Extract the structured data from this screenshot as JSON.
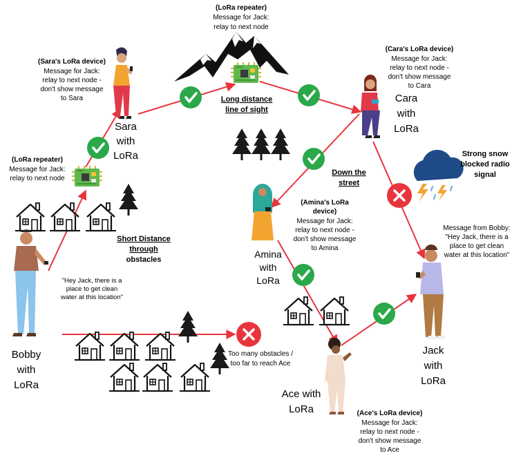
{
  "notes": {
    "repeater_top": {
      "title": "(LoRa repeater)",
      "lines": [
        "Message for Jack:",
        "relay to next node"
      ]
    },
    "sara": {
      "title": "(Sara's LoRa device)",
      "lines": [
        "Message for Jack:",
        "relay to next node -",
        "don't show message",
        "to Sara"
      ]
    },
    "cara": {
      "title": "(Cara's LoRa device)",
      "lines": [
        "Message for Jack:",
        "relay to next node -",
        "don't show message",
        "to Cara"
      ]
    },
    "repeater_left": {
      "title": "(LoRa repeater)",
      "lines": [
        "Message for Jack:",
        "relay to next node"
      ]
    },
    "amina": {
      "title": "(Amina's  LoRa",
      "title2": "device)",
      "lines": [
        "Message for Jack:",
        "relay to next node -",
        "don't show message",
        "to Amina"
      ]
    },
    "ace": {
      "title": "(Ace's LoRa device)",
      "lines": [
        "Message for Jack:",
        "relay to next node -",
        "don't show message",
        "to Ace"
      ]
    },
    "jack": {
      "lines": [
        "Message from Bobby:",
        "\"Hey Jack, there is a",
        "place to get clean",
        "water at this location\""
      ]
    },
    "bobby_quote": {
      "lines": [
        "\"Hey Jack, there is a",
        "place to get clean",
        "water at this location\""
      ]
    },
    "too_many": {
      "lines": [
        "Too many obstacles /",
        "too far to reach Ace"
      ]
    }
  },
  "names": {
    "sara": [
      "Sara",
      "with",
      "LoRa"
    ],
    "cara": [
      "Cara",
      "with",
      "LoRa"
    ],
    "amina": [
      "Amina",
      "with",
      "LoRa"
    ],
    "bobby": [
      "Bobby",
      "with",
      "LoRa"
    ],
    "ace": [
      "Ace with",
      "LoRa"
    ],
    "jack": [
      "Jack",
      "with",
      "LoRa"
    ]
  },
  "labels": {
    "long_distance": [
      "Long distance",
      "line of sight"
    ],
    "down_street": [
      "Down the",
      "street"
    ],
    "short_distance": [
      "Short Distance",
      "through",
      "obstacles"
    ],
    "snow": [
      "Strong snow",
      "blocked radio",
      "signal"
    ]
  },
  "icons": {
    "success": "check-circle-icon",
    "failure": "x-circle-icon",
    "repeater": "circuit-board-icon",
    "house": "house-icon",
    "tree": "pine-tree-icon",
    "mountain": "mountain-icon",
    "storm": "storm-cloud-icon"
  },
  "colors": {
    "arrow": "#e8343c",
    "success": "#2aa84a",
    "failure": "#e8343c",
    "board": "#5fb84a",
    "storm": "#1e4a88"
  }
}
